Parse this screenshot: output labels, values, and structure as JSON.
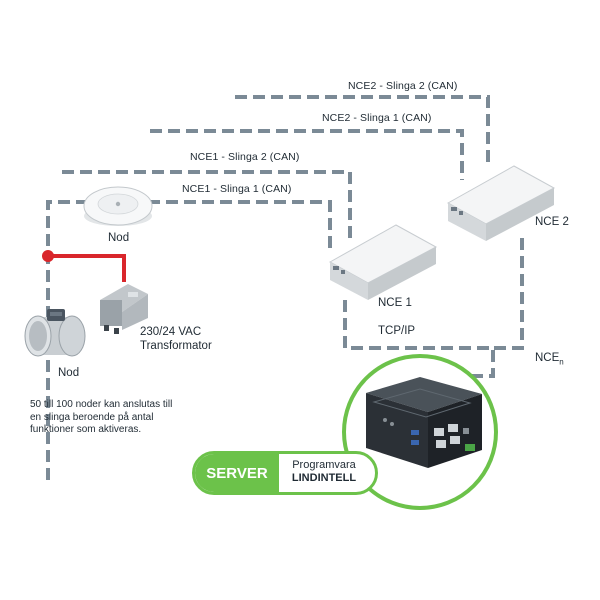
{
  "buses": {
    "nce2_loop2": "NCE2 - Slinga 2 (CAN)",
    "nce2_loop1": "NCE2 - Slinga 1 (CAN)",
    "nce1_loop2": "NCE1 - Slinga 2 (CAN)",
    "nce1_loop1": "NCE1 - Slinga 1 (CAN)"
  },
  "devices": {
    "node_ceiling": "Nod",
    "node_duct": "Nod",
    "transformer_line1": "230/24 VAC",
    "transformer_line2": "Transformator",
    "nce1": "NCE 1",
    "nce2": "NCE 2",
    "tcpip": "TCP/IP",
    "ncen_base": "NCE",
    "ncen_sub": "n"
  },
  "note": "50 till 100 noder kan anslutas till en slinga beroende på antal funktioner som aktiveras.",
  "server": {
    "tag": "SERVER",
    "software_line1": "Programvara",
    "software_line2": "LINDINTELL"
  },
  "colors": {
    "bus_line": "#7b8a96",
    "power_line": "#d9262b",
    "server_ring": "#6cc24a",
    "text": "#1f2a33"
  }
}
